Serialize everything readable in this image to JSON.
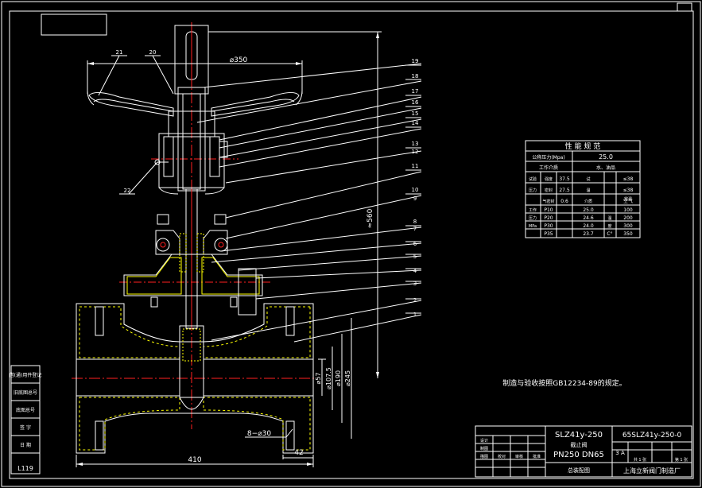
{
  "part_labels": [
    "19",
    "18",
    "17",
    "16",
    "15",
    "14",
    "13",
    "12",
    "11",
    "10",
    "9",
    "8",
    "7",
    "6",
    "5",
    "4",
    "3",
    "2",
    "1",
    "21",
    "20",
    "22"
  ],
  "dimensions": {
    "handwheel_dia": "⌀350",
    "overall_height": "≈560",
    "bore_dia": "⌀57",
    "dim_107": "⌀107.5",
    "dim_190": "⌀190",
    "flange_dia": "⌀245",
    "bolt_holes": "8−⌀30",
    "length": "410",
    "flange_thk": "42"
  },
  "spec_table": {
    "title": "性 能 规 范",
    "rows": [
      {
        "label": "公称压力(Mpa)",
        "value": "25.0"
      },
      {
        "label": "工作介质",
        "value": "水、油品"
      },
      {
        "a": "试验",
        "b": "强度",
        "c": "37.5",
        "d": "试",
        "e": "≤38"
      },
      {
        "a": "压力",
        "b": "密封",
        "c": "27.5",
        "d": "温",
        "e": "≤38"
      },
      {
        "a": "",
        "b": "气密封",
        "c": "0.6",
        "d": "介质",
        "e": "空气"
      },
      {
        "a": "工作",
        "b": "P10",
        "c": "25.0",
        "d": "",
        "e": "100"
      },
      {
        "a": "压力",
        "b": "P20",
        "c": "24.6",
        "d": "温",
        "e": "200"
      },
      {
        "a": "MPa",
        "b": "P30",
        "c": "24.0",
        "d": "度",
        "e": "300"
      },
      {
        "a": "",
        "b": "P35",
        "c": "23.7",
        "d": "C°",
        "e": "350"
      }
    ],
    "header_right": "常温"
  },
  "note": "制造与验收按照GB12234-89的规定。",
  "title_block": {
    "model": "SLZ41y-250",
    "name": "截止阀",
    "spec": "PN250 DN65",
    "drawing_no": "65SLZ41y-250-0",
    "scale_left": "3 A",
    "sheet_a": "共 1 张",
    "sheet_b": "第 1 张",
    "drawing_type": "总装配图",
    "company": "上海立新阀门制造厂",
    "sig_rows": [
      "设计",
      "制图",
      "描图",
      "校对",
      "审核",
      "批准"
    ],
    "left_labels": [
      "借(通)用件登记",
      "旧底图总号",
      "底图总号",
      "签 字",
      "日 期"
    ],
    "corner_code": "L119"
  },
  "colors": {
    "line": "#ffffff",
    "center": "#ff2020",
    "hatch": "#ffff00",
    "leader": "#00ff00"
  }
}
